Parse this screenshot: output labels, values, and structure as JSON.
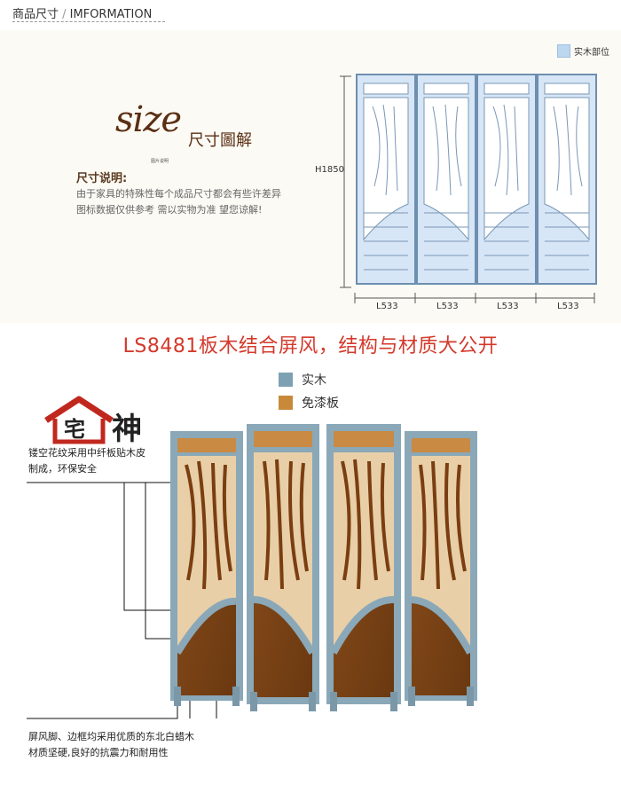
{
  "header": {
    "title_cn": "商品尺寸",
    "separator": " / ",
    "title_en": "IMFORMATION"
  },
  "top_legend": {
    "label": "实木部位",
    "color": "#bcd7f0"
  },
  "size_logo": {
    "word": "size",
    "cn": "尺寸圖解",
    "note": "图片说明"
  },
  "explanation": {
    "title": "尺寸说明:",
    "lines": [
      "由于家具的特殊性每个成品尺寸都会有些许差异",
      "图标数据仅供参考 需以实物为准 望您谅解!"
    ]
  },
  "dimensions": {
    "height": "H1850",
    "widths": [
      "L533",
      "L533",
      "L533",
      "L533"
    ]
  },
  "headline": "LS8481板木结合屏风，结构与材质大公开",
  "material_legend": [
    {
      "label": "实木",
      "color": "#7ea0b3"
    },
    {
      "label": "免漆板",
      "color": "#c88a3a"
    }
  ],
  "brand": {
    "icon_text": "宅",
    "text": "神"
  },
  "callouts": [
    {
      "lines": [
        "镂空花纹采用中纤板贴木皮",
        "制成，环保安全"
      ]
    },
    {
      "lines": [
        "屏风脚、边框均采用优质的东北白蜡木",
        "材质坚硬,良好的抗震力和耐用性"
      ]
    }
  ]
}
